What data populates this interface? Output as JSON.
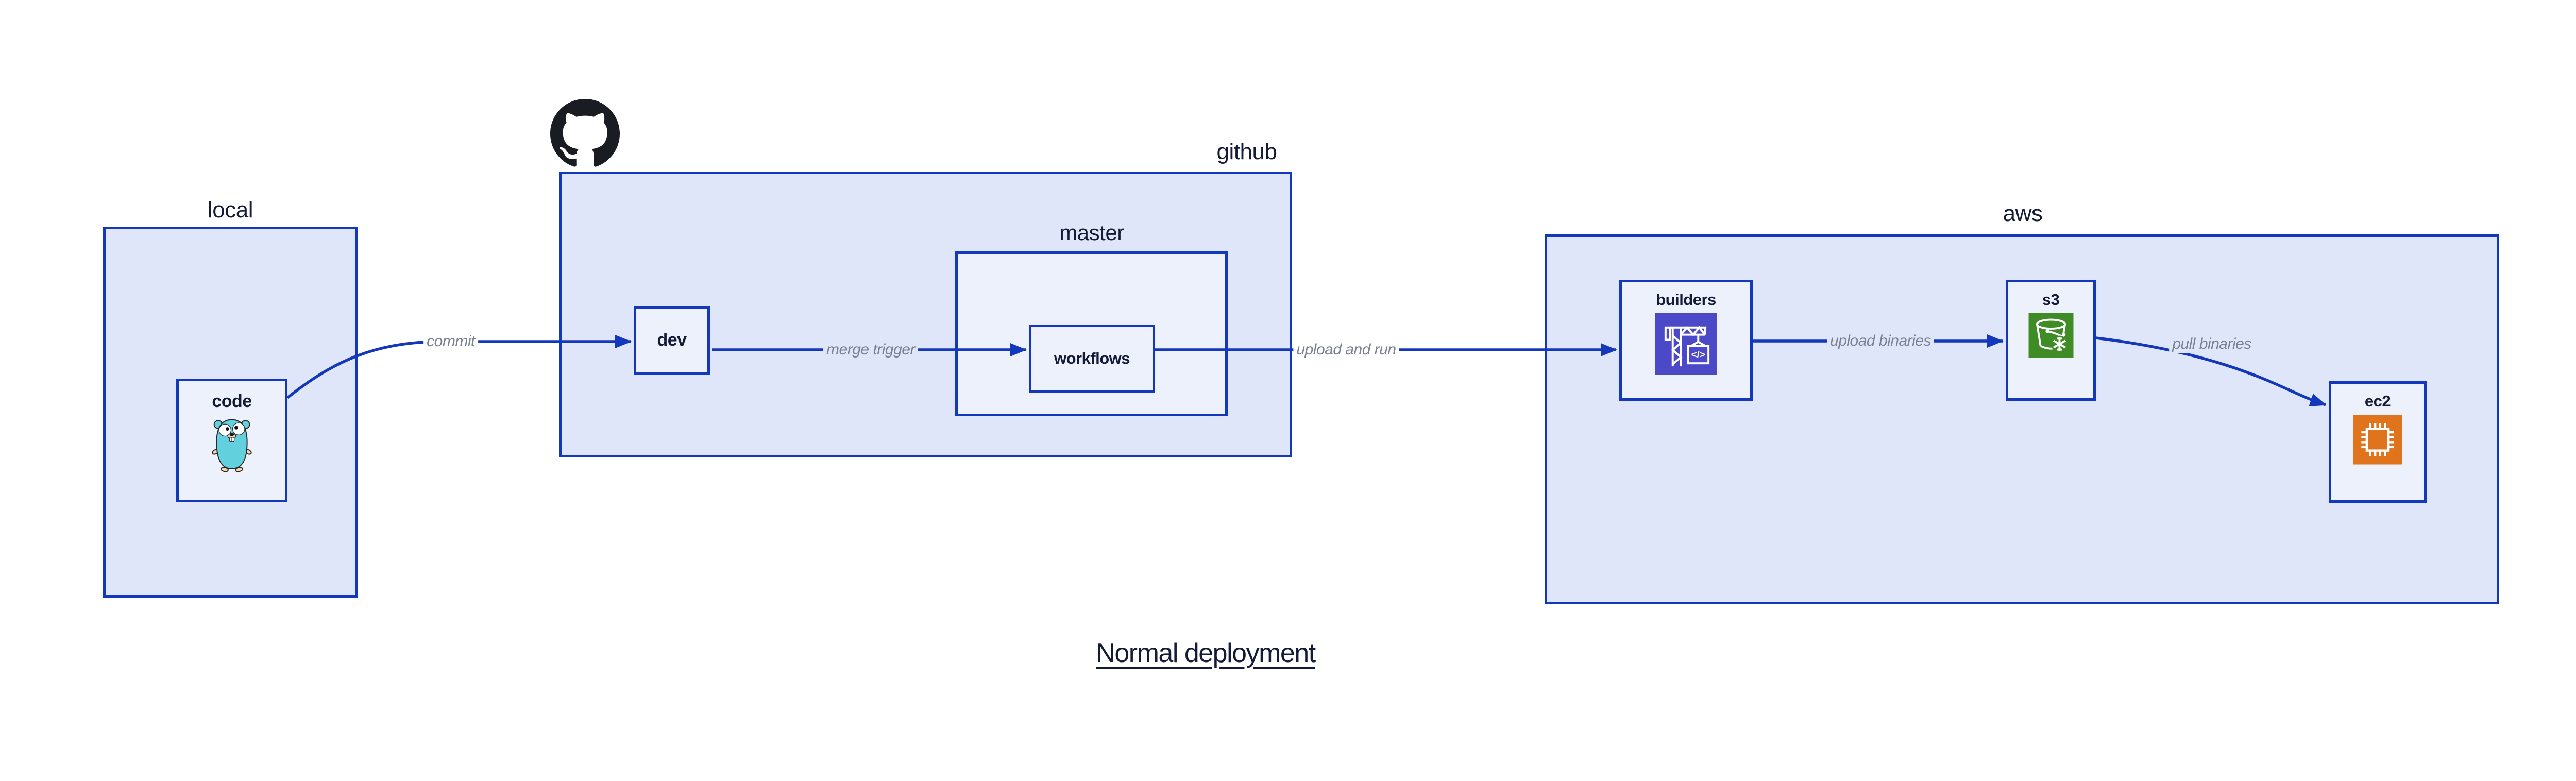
{
  "title": "Normal deployment",
  "groups": {
    "local": {
      "label": "local"
    },
    "github": {
      "label": "github"
    },
    "master": {
      "label": "master"
    },
    "aws": {
      "label": "aws"
    }
  },
  "nodes": {
    "code": {
      "label": "code",
      "icon": "go-gopher-icon"
    },
    "dev": {
      "label": "dev"
    },
    "workflows": {
      "label": "workflows"
    },
    "builders": {
      "label": "builders",
      "icon": "codebuild-crane-icon",
      "icon_text": "</>"
    },
    "s3": {
      "label": "s3",
      "icon": "s3-bucket-icon"
    },
    "ec2": {
      "label": "ec2",
      "icon": "ec2-chip-icon"
    }
  },
  "edges": {
    "commit": {
      "label": "commit"
    },
    "merge_trigger": {
      "label": "merge trigger"
    },
    "upload_and_run": {
      "label": "upload and run"
    },
    "upload_binaries": {
      "label": "upload binaries"
    },
    "pull_binaries": {
      "label": "pull binaries"
    }
  },
  "icons": {
    "github_logo": "github-octocat-icon"
  },
  "colors": {
    "border_blue": "#1438bc",
    "group_fill": "#e0e6f9",
    "node_fill": "#edf1fc",
    "text_dark": "#141b36",
    "edge_label_gray": "#79808f",
    "codebuild_purple": "#4b49c8",
    "s3_green": "#3f8b26",
    "ec2_orange": "#e0741c",
    "gopher_teal": "#63d0de",
    "github_black": "#191d23"
  }
}
